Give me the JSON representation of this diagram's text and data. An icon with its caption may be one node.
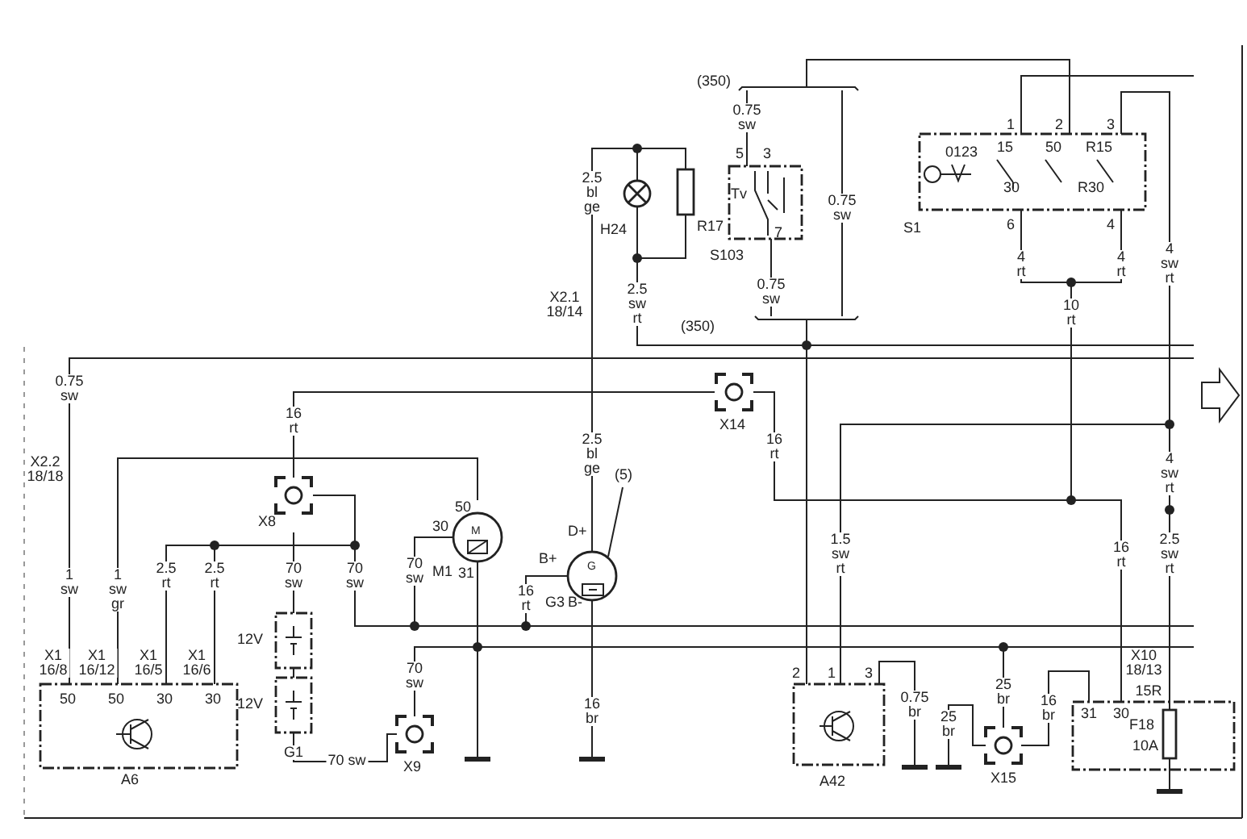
{
  "diagram": {
    "nodes": [
      {
        "text": [
          "50",
          "50",
          "30",
          "30",
          "A6"
        ]
      },
      {
        "text": [
          "12V"
        ]
      },
      {
        "text": [
          "12V"
        ]
      },
      {
        "text": [
          "X8"
        ]
      },
      {
        "text": [
          "50",
          "M",
          "30",
          "M1",
          "31"
        ]
      },
      {
        "text": [
          "D+",
          "G",
          "B+",
          "G3",
          "B-"
        ]
      },
      {
        "text": [
          "(5)"
        ]
      },
      {
        "text": [
          "X9"
        ]
      },
      {
        "text": [
          "X14"
        ]
      },
      {
        "text": [
          "H24"
        ]
      },
      {
        "text": [
          "R17"
        ]
      },
      {
        "text": [
          "5",
          "3",
          "Tv",
          "7",
          "S103"
        ]
      },
      {
        "text": [
          "1",
          "2",
          "3",
          "0123",
          "15",
          "50",
          "R15",
          "30",
          "R30",
          "6",
          "4",
          "S1"
        ]
      },
      {
        "text": [
          "2",
          "1",
          "3",
          "A42"
        ]
      },
      {
        "text": [
          "X15"
        ]
      },
      {
        "text": [
          "31",
          "30"
        ]
      },
      {
        "text": [
          "F18",
          "10A"
        ],
        "in": 15
      },
      {
        "text": [
          "(350)"
        ]
      },
      {
        "text": [
          "(350)"
        ]
      },
      {
        "text": [],
        "shape": "dot"
      },
      {
        "text": [],
        "shape": "dot"
      },
      {
        "text": [],
        "shape": "dot"
      },
      {
        "text": [],
        "shape": "dot"
      },
      {
        "text": [],
        "shape": "dot"
      },
      {
        "text": [],
        "shape": "dot"
      },
      {
        "text": [],
        "shape": "dot"
      },
      {
        "text": [],
        "shape": "dot"
      },
      {
        "text": [],
        "shape": "dot"
      },
      {
        "text": [],
        "shape": "dot"
      },
      {
        "text": [],
        "shape": "dot"
      },
      {
        "text": [],
        "shape": "dot"
      },
      {
        "text": [],
        "shape": "dot"
      },
      {
        "text": [],
        "shape": "bar"
      },
      {
        "text": [],
        "shape": "bar"
      },
      {
        "text": [],
        "shape": "bar"
      },
      {
        "text": [],
        "shape": "bar"
      },
      {
        "text": [],
        "shape": "bar"
      }
    ],
    "edges": [
      {
        "from": 0,
        "to": null,
        "arrow": "none",
        "label": "1 sw"
      },
      {
        "from": 4,
        "to": 0,
        "arrow": "none",
        "label": "1 sw gr"
      },
      {
        "from": 27,
        "to": 0,
        "arrow": "none",
        "label": "2.5 rt"
      },
      {
        "from": 27,
        "to": 0,
        "arrow": "none",
        "label": "2.5 rt"
      },
      {
        "from": 3,
        "to": 8,
        "arrow": "none",
        "label": "16 rt"
      },
      {
        "from": 3,
        "to": 26,
        "arrow": "none"
      },
      {
        "from": 26,
        "to": 27,
        "arrow": "none"
      },
      {
        "from": 3,
        "to": 1,
        "arrow": "none",
        "label": "70 sw"
      },
      {
        "from": 1,
        "to": 2,
        "arrow": "none"
      },
      {
        "from": 2,
        "to": 7,
        "arrow": "none",
        "label": "70 sw"
      },
      {
        "from": 26,
        "to": 28,
        "arrow": "none",
        "label": "70 sw"
      },
      {
        "from": 28,
        "to": 4,
        "arrow": "none",
        "label": "70 sw"
      },
      {
        "from": 28,
        "to": 29,
        "arrow": "none"
      },
      {
        "from": 29,
        "to": 5,
        "arrow": "none",
        "label": "16 rt"
      },
      {
        "from": 29,
        "to": null,
        "arrow": "none"
      },
      {
        "from": 5,
        "to": 19,
        "arrow": "none",
        "label": "2.5 bl ge"
      },
      {
        "from": 6,
        "to": 5,
        "arrow": "none"
      },
      {
        "from": 19,
        "to": 9,
        "arrow": "none"
      },
      {
        "from": 19,
        "to": 10,
        "arrow": "none"
      },
      {
        "from": 9,
        "to": 20,
        "arrow": "none"
      },
      {
        "from": 10,
        "to": 20,
        "arrow": "none"
      },
      {
        "from": 20,
        "to": 21,
        "arrow": "none",
        "label": "2.5 sw rt"
      },
      {
        "from": 21,
        "to": null,
        "arrow": "none"
      },
      {
        "from": 21,
        "to": 13,
        "arrow": "none"
      },
      {
        "from": 18,
        "to": 21,
        "arrow": "none"
      },
      {
        "from": 11,
        "to": 17,
        "arrow": "none",
        "label": "0.75 sw"
      },
      {
        "from": 17,
        "to": 18,
        "arrow": "none",
        "label": "0.75 sw"
      },
      {
        "from": 11,
        "to": 18,
        "arrow": "none",
        "label": "0.75 sw"
      },
      {
        "from": 17,
        "to": 12,
        "arrow": "none"
      },
      {
        "from": 12,
        "to": null,
        "arrow": "none"
      },
      {
        "from": 12,
        "to": 22,
        "arrow": "none",
        "label": "4 rt"
      },
      {
        "from": 12,
        "to": 22,
        "arrow": "none",
        "label": "4 rt"
      },
      {
        "from": 22,
        "to": 23,
        "arrow": "none",
        "label": "10 rt"
      },
      {
        "from": 8,
        "to": 23,
        "arrow": "none",
        "label": "16 rt"
      },
      {
        "from": 23,
        "to": 15,
        "arrow": "none",
        "label": "16 rt"
      },
      {
        "from": 12,
        "to": 24,
        "arrow": "none",
        "label": "4 sw rt"
      },
      {
        "from": 24,
        "to": 13,
        "arrow": "none",
        "label": "1.5 sw rt"
      },
      {
        "from": 24,
        "to": 25,
        "arrow": "none",
        "label": "4 sw rt"
      },
      {
        "from": 25,
        "to": 16,
        "arrow": "none",
        "label": "2.5 sw rt"
      },
      {
        "from": 16,
        "to": 36,
        "arrow": "none"
      },
      {
        "from": 7,
        "to": 30,
        "arrow": "none",
        "label": "70 sw"
      },
      {
        "from": 4,
        "to": 30,
        "arrow": "none"
      },
      {
        "from": 30,
        "to": 32,
        "arrow": "none"
      },
      {
        "from": 30,
        "to": 31,
        "arrow": "none"
      },
      {
        "from": 31,
        "to": null,
        "arrow": "none"
      },
      {
        "from": 31,
        "to": 14,
        "arrow": "none",
        "label": "25 br"
      },
      {
        "from": 5,
        "to": 33,
        "arrow": "none",
        "label": "16 br"
      },
      {
        "from": 13,
        "to": 34,
        "arrow": "none",
        "label": "0.75 br"
      },
      {
        "from": 14,
        "to": 35,
        "arrow": "none",
        "label": "25 br"
      },
      {
        "from": 14,
        "to": 15,
        "arrow": "none",
        "label": "16 br"
      }
    ],
    "labels": [
      "0.75 sw",
      "X2.2 18/18",
      "X1 16/8",
      "X1 16/12",
      "X1 16/5",
      "X1 16/6",
      "G1",
      "2.5 bl ge",
      "X2.1 18/14",
      "X10 18/13",
      "15R"
    ]
  }
}
